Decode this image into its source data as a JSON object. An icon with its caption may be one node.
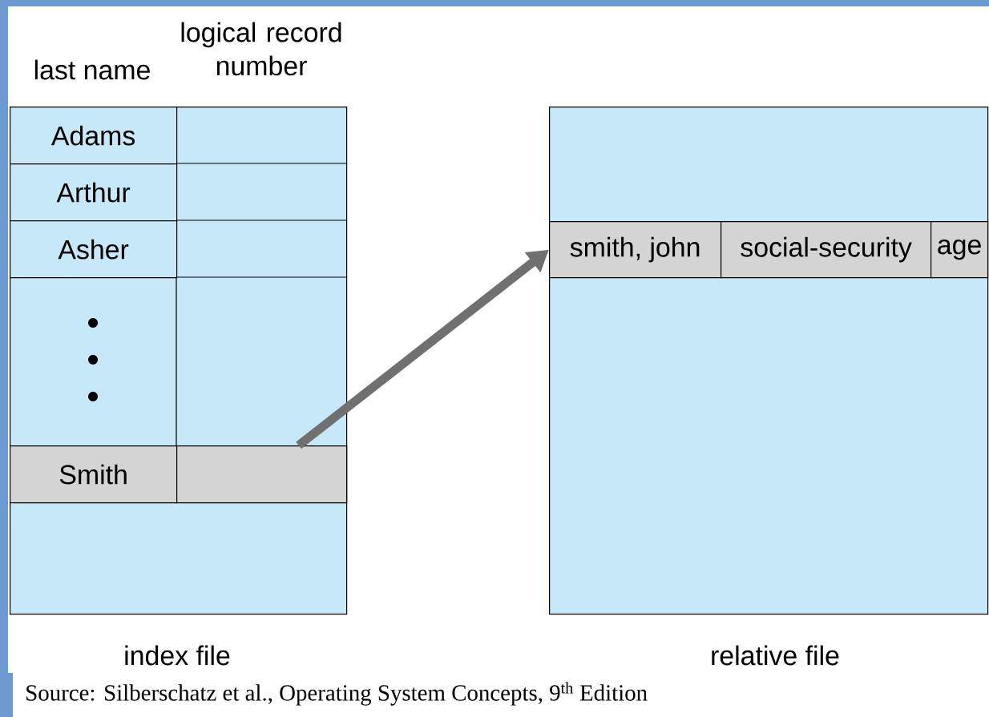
{
  "diagram": {
    "caption": "Source: Silberschatz et al., Operating System Concepts, 9$^{th}$ Edition",
    "nodes": [
      {
        "text": [],
        "shape": "box",
        "beside": [
          "index file"
        ]
      },
      {
        "text": [
          "Adams"
        ],
        "in": 0
      },
      {
        "text": [
          "Arthur"
        ],
        "in": 0
      },
      {
        "text": [
          "Asher"
        ],
        "in": 0
      },
      {
        "text": [
          "Smith"
        ],
        "in": 0
      },
      {
        "text": [],
        "shape": "box",
        "in": 0
      },
      {
        "text": [],
        "shape": "box",
        "beside": [
          "relative file"
        ]
      },
      {
        "text": [
          "smith, john"
        ],
        "in": 6
      },
      {
        "text": [
          "social-security"
        ],
        "in": 6
      },
      {
        "text": [
          "age"
        ],
        "in": 6
      }
    ],
    "edges": [
      {
        "from": 5,
        "to": 7,
        "arrow": "to"
      }
    ],
    "labels": [
      "last name",
      "logical record number"
    ]
  }
}
